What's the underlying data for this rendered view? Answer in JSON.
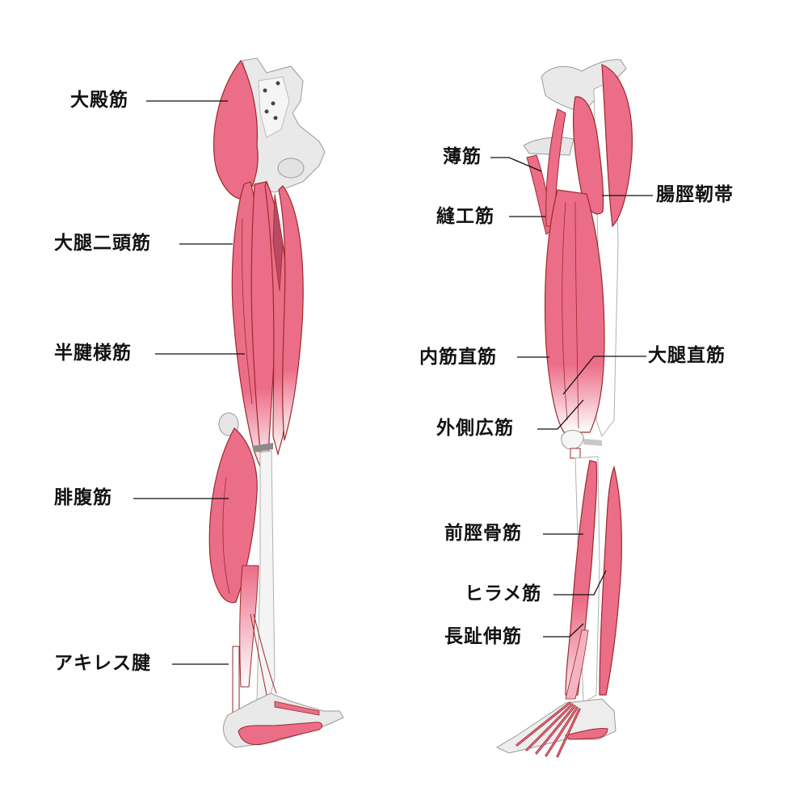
{
  "colors": {
    "muscle": "#ec6d88",
    "muscle_outline": "#9b2a2a",
    "tendon": "#ffffff",
    "bone": "#e9e9e9",
    "bone_shadow": "#c8c8c8",
    "bone_outline": "#9a9a9a",
    "leader_line": "#111111",
    "text": "#111111"
  },
  "posterior_view": {
    "labels": [
      {
        "id": "gluteus-maximus",
        "text": "大殿筋"
      },
      {
        "id": "biceps-femoris",
        "text": "大腿二頭筋"
      },
      {
        "id": "semitendinosus",
        "text": "半腱様筋"
      },
      {
        "id": "gastrocnemius",
        "text": "腓腹筋"
      },
      {
        "id": "achilles-tendon",
        "text": "アキレス腱"
      }
    ]
  },
  "lateral_view": {
    "labels": [
      {
        "id": "gracilis",
        "text": "薄筋"
      },
      {
        "id": "sartorius",
        "text": "縫工筋"
      },
      {
        "id": "iliotibial-tract",
        "text": "腸脛靭帯"
      },
      {
        "id": "rectus-internus",
        "text": "内筋直筋"
      },
      {
        "id": "rectus-femoris",
        "text": "大腿直筋"
      },
      {
        "id": "vastus-lateralis",
        "text": "外側広筋"
      },
      {
        "id": "tibialis-anterior",
        "text": "前脛骨筋"
      },
      {
        "id": "soleus",
        "text": "ヒラメ筋"
      },
      {
        "id": "extensor-digitorum-longus",
        "text": "長趾伸筋"
      }
    ]
  }
}
